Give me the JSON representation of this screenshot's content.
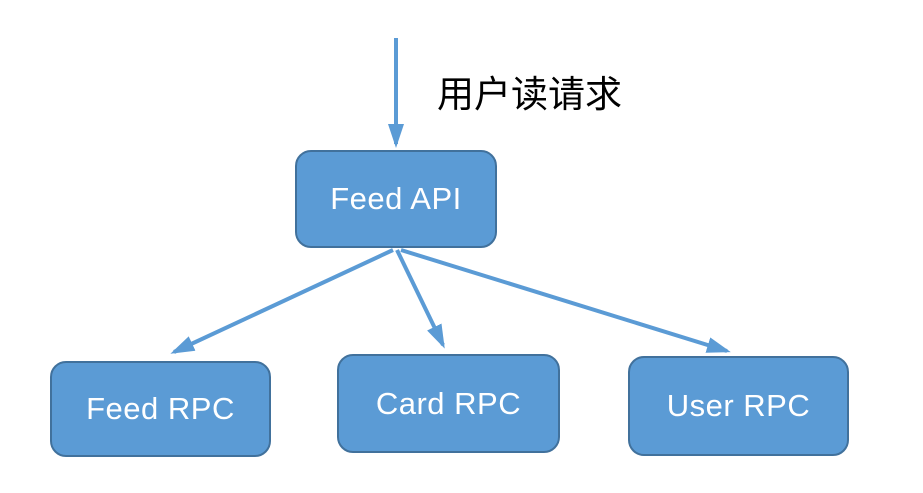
{
  "diagram": {
    "request_label": "用户读请求",
    "nodes": [
      {
        "id": "feed-api",
        "label": "Feed API"
      },
      {
        "id": "feed-rpc",
        "label": "Feed RPC"
      },
      {
        "id": "card-rpc",
        "label": "Card RPC"
      },
      {
        "id": "user-rpc",
        "label": "User RPC"
      }
    ],
    "edges": [
      {
        "from": "user-request",
        "to": "feed-api"
      },
      {
        "from": "feed-api",
        "to": "feed-rpc"
      },
      {
        "from": "feed-api",
        "to": "card-rpc"
      },
      {
        "from": "feed-api",
        "to": "user-rpc"
      }
    ],
    "colors": {
      "node_fill": "#5B9BD5",
      "node_border": "#41719C",
      "node_text": "#FFFFFF",
      "arrow": "#5B9BD5",
      "label_text": "#000000"
    }
  }
}
